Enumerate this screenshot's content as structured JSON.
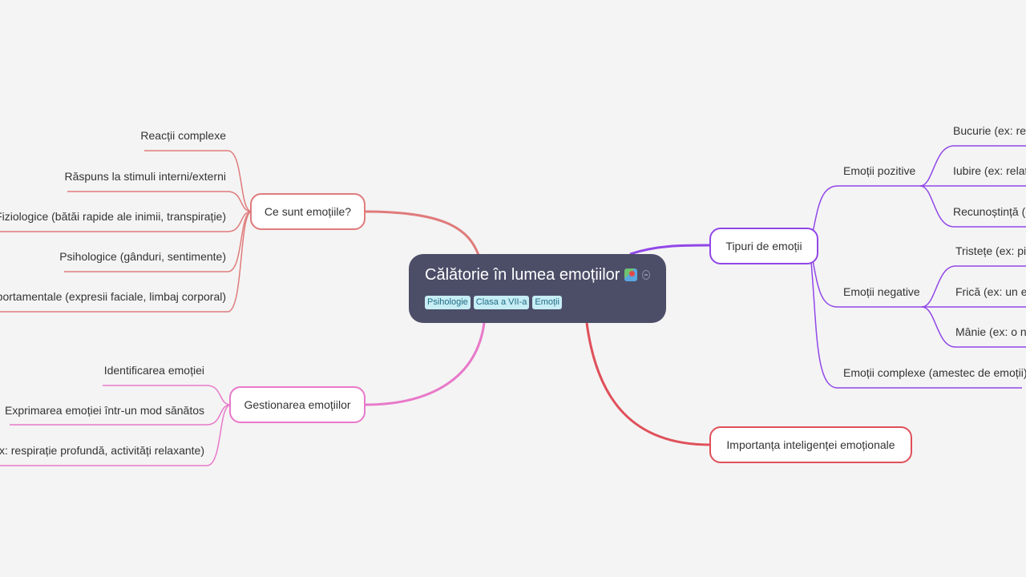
{
  "root": {
    "title": "Călătorie în lumea emoțiilor",
    "icon": "world-map-icon",
    "tags": [
      "Psihologie",
      "Clasa a VII-a",
      "Emoții"
    ],
    "color": "#4c4e68"
  },
  "branches": {
    "what_are": {
      "label": "Ce sunt emoțiile?",
      "color": "#e07b7b",
      "items": [
        "Reacții complexe",
        "Răspuns la stimuli interni/externi",
        "Fiziologice (bătăi rapide ale inimii, transpirație)",
        "Psihologice (gânduri, sentimente)",
        "Comportamentale (expresii faciale, limbaj corporal)"
      ]
    },
    "managing": {
      "label": "Gestionarea emoțiilor",
      "color": "#e879c9",
      "items": [
        "Identificarea emoției",
        "Exprimarea emoției într-un mod sănătos",
        "Tehnici de calmare (ex: respirație profundă, activități relaxante)"
      ]
    },
    "types": {
      "label": "Tipuri de emoții",
      "color": "#9147e8",
      "positive": {
        "label": "Emoții pozitive",
        "items": [
          "Bucurie (ex: reușită)",
          "Iubire (ex: relații)",
          "Recunoștință (ex: ajutor)"
        ]
      },
      "negative": {
        "label": "Emoții negative",
        "items": [
          "Tristețe (ex: pierdere)",
          "Frică (ex: un examen)",
          "Mânie (ex: o nedreptate)"
        ]
      },
      "complex": {
        "label": "Emoții complexe (amestec de emoții)"
      }
    },
    "importance": {
      "label": "Importanța inteligenței emoționale",
      "color": "#e0505a"
    }
  }
}
